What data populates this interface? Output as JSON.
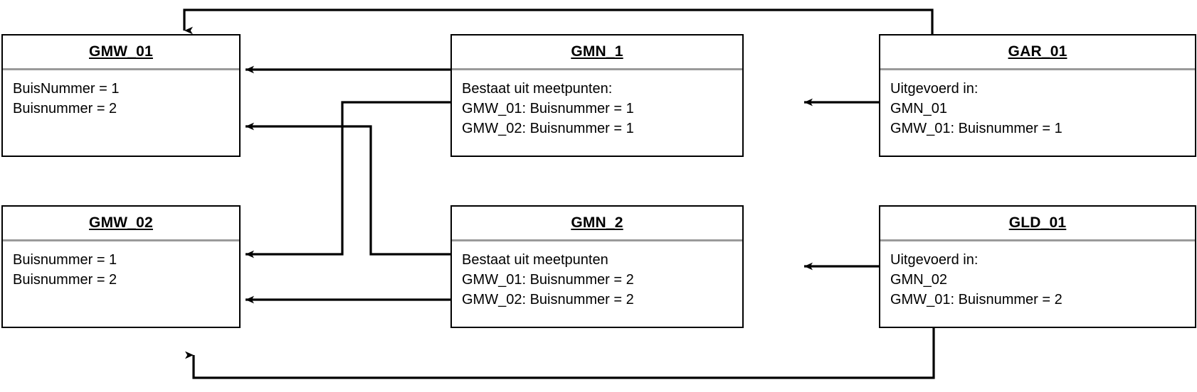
{
  "diagram": {
    "type": "entity-relationship-diagram",
    "background_color": "#ffffff",
    "line_color": "#000000",
    "header_divider_color": "#9a9a9a",
    "nodes": [
      {
        "id": "gmw_01",
        "title": "GMW_01",
        "lines": [
          "BuisNummer = 1",
          "Buisnummer = 2"
        ]
      },
      {
        "id": "gmn_1",
        "title": "GMN_1",
        "lines": [
          "Bestaat uit meetpunten:",
          "GMW_01: Buisnummer = 1",
          "GMW_02: Buisnummer = 1"
        ]
      },
      {
        "id": "gar_01",
        "title": "GAR_01",
        "lines": [
          "Uitgevoerd in:",
          "GMN_01",
          "GMW_01: Buisnummer = 1"
        ]
      },
      {
        "id": "gmw_02",
        "title": "GMW_02",
        "lines": [
          "Buisnummer = 1",
          "Buisnummer = 2"
        ]
      },
      {
        "id": "gmn_2",
        "title": "GMN_2",
        "lines": [
          "Bestaat uit meetpunten",
          "GMW_01: Buisnummer = 2",
          "GMW_02: Buisnummer = 2"
        ]
      },
      {
        "id": "gld_01",
        "title": "GLD_01",
        "lines": [
          "Uitgevoerd in:",
          "GMN_02",
          "GMW_01: Buisnummer = 2"
        ]
      }
    ],
    "connectors": [
      {
        "id": "gar01-to-gmw01-top",
        "from": "gar_01",
        "to": "gmw_01",
        "arrow": "down"
      },
      {
        "id": "gmn1-to-gmw01",
        "from": "gmn_1",
        "to": "gmw_01",
        "arrow": "left"
      },
      {
        "id": "gar01-to-gmn1",
        "from": "gar_01",
        "to": "gmn_1",
        "arrow": "left"
      },
      {
        "id": "gmn1-to-gmw02",
        "from": "gmn_1",
        "to": "gmw_02",
        "arrow": "left"
      },
      {
        "id": "gmn2-to-gmw01",
        "from": "gmn_2",
        "to": "gmw_01",
        "arrow": "left"
      },
      {
        "id": "gmn2-to-gmw02",
        "from": "gmn_2",
        "to": "gmw_02",
        "arrow": "left"
      },
      {
        "id": "gld01-to-gmn2",
        "from": "gld_01",
        "to": "gmn_2",
        "arrow": "left"
      },
      {
        "id": "gld01-to-gmw02-bottom",
        "from": "gld_01",
        "to": "gmw_02",
        "arrow": "up"
      }
    ]
  }
}
